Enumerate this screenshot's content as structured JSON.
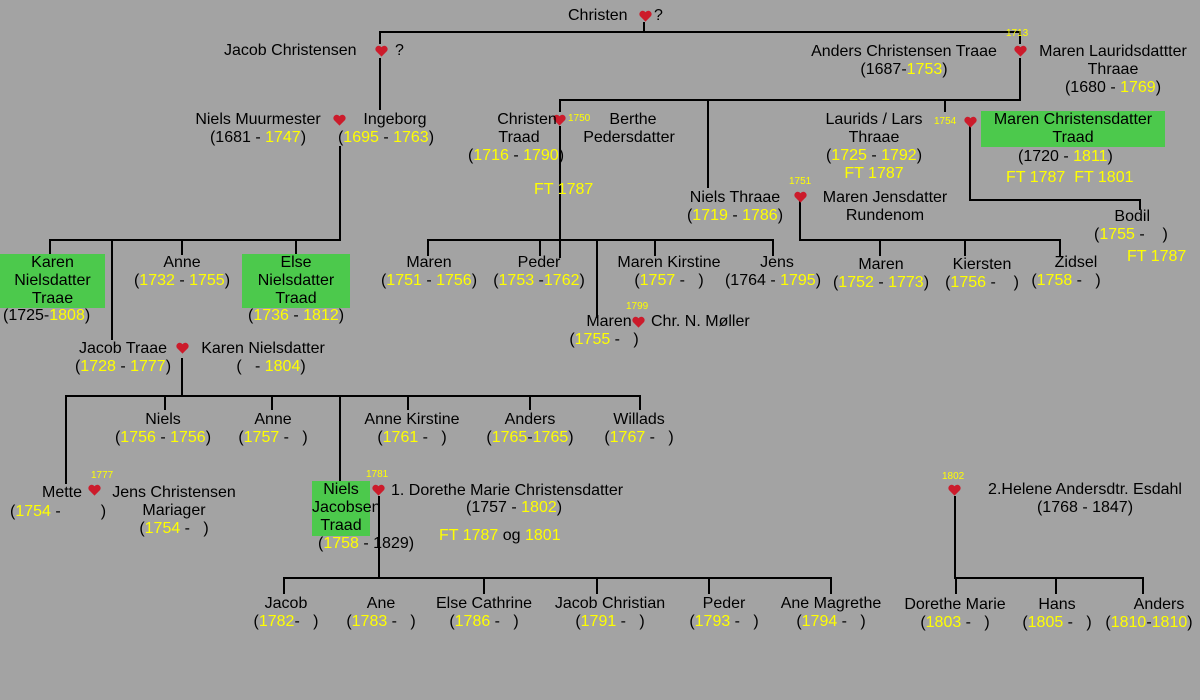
{
  "people": {
    "christen": {
      "name": "Christen",
      "spouse": "?"
    },
    "jacob_c": {
      "name": "Jacob Christensen",
      "spouse": "?"
    },
    "anders_ct": {
      "name": "Anders Christensen Traae",
      "birth": "1687",
      "death": "1753"
    },
    "maren_l": {
      "name": "Maren Lauridsdattter",
      "name2": "Thraae",
      "birth": "1680",
      "death": "1769"
    },
    "niels_m": {
      "name": "Niels Muurmester",
      "birth": "1681",
      "death": "1747"
    },
    "ingeborg": {
      "name": "Ingeborg",
      "birth": "1695",
      "death": "1763"
    },
    "christen_t": {
      "name": "Christen",
      "name2": "Traad",
      "birth": "1716",
      "death": "1790",
      "note": "FT 1787"
    },
    "berthe": {
      "name": "Berthe",
      "name2": "Pedersdatter"
    },
    "laurids": {
      "name": "Laurids / Lars",
      "name2": "Thraae",
      "birth": "1725",
      "death": "1792",
      "note": "FT 1787"
    },
    "maren_ct": {
      "name": "Maren Christensdatter",
      "name2": "Traad",
      "birth": "1720",
      "death": "1811",
      "note": "FT 1787",
      "note2": "FT 1801"
    },
    "niels_th": {
      "name": "Niels Thraae",
      "birth": "1719",
      "death": "1786"
    },
    "maren_jr": {
      "name": "Maren Jensdatter",
      "name2": "Rundenom"
    },
    "bodil": {
      "name": "Bodil",
      "birth": "1755",
      "note": "FT 1787"
    },
    "karen_nt": {
      "name": "Karen",
      "name2": "Nielsdatter",
      "name3": "Traae",
      "birth": "1725",
      "death": "1808"
    },
    "anne_a": {
      "name": "Anne",
      "birth": "1732",
      "death": "1755"
    },
    "else_nt": {
      "name": "Else",
      "name2": "Nielsdatter",
      "name3": "Traad",
      "birth": "1736",
      "death": "1812"
    },
    "maren_a": {
      "name": "Maren",
      "birth": "1751",
      "death": "1756"
    },
    "peder_a": {
      "name": "Peder",
      "birth": "1753",
      "death": "1762"
    },
    "maren_k": {
      "name": "Maren Kirstine",
      "birth": "1757"
    },
    "jens_a": {
      "name": "Jens",
      "birth": "1764",
      "death": "1795"
    },
    "maren_b": {
      "name": "Maren",
      "birth": "1752",
      "death": "1773"
    },
    "kiersten": {
      "name": "Kiersten",
      "birth": "1756"
    },
    "zidsel": {
      "name": "Zidsel",
      "birth": "1758"
    },
    "maren_c": {
      "name": "Maren",
      "birth": "1755"
    },
    "chr_moller": {
      "name": "Chr. N. Møller"
    },
    "jacob_t": {
      "name": "Jacob Traae",
      "birth": "1728",
      "death": "1777"
    },
    "karen_n": {
      "name": "Karen Nielsdatter",
      "death": "1804"
    },
    "niels_b": {
      "name": "Niels",
      "birth": "1756",
      "death": "1756"
    },
    "anne_b": {
      "name": "Anne",
      "birth": "1757"
    },
    "anne_k": {
      "name": "Anne Kirstine",
      "birth": "1761"
    },
    "anders_b": {
      "name": "Anders",
      "birth": "1765",
      "death": "1765"
    },
    "willads": {
      "name": "Willads",
      "birth": "1767"
    },
    "mette": {
      "name": "Mette",
      "birth": "1754"
    },
    "jens_cm": {
      "name": "Jens Christensen",
      "name2": "Mariager",
      "birth": "1754"
    },
    "niels_jt": {
      "name": "Niels",
      "name2": "Jacobsen",
      "name3": "Traad",
      "birth": "1758",
      "death": "1829"
    },
    "dorethe_mc": {
      "name": "1. Dorethe Marie Christensdatter",
      "birth": "1757",
      "death": "1802",
      "note": "FT 1787",
      "note_joiner": "og",
      "note2": "1801"
    },
    "helene": {
      "name": "2.Helene Andersdtr. Esdahl",
      "birth": "1768",
      "death": "1847"
    },
    "jacob_c2": {
      "name": "Jacob",
      "birth": "1782"
    },
    "ane": {
      "name": "Ane",
      "birth": "1783"
    },
    "else_c": {
      "name": "Else Cathrine",
      "birth": "1786"
    },
    "jacob_ch": {
      "name": "Jacob Christian",
      "birth": "1791"
    },
    "peder_b": {
      "name": "Peder",
      "birth": "1793"
    },
    "ane_m": {
      "name": "Ane Magrethe",
      "birth": "1794"
    },
    "dorethe_m": {
      "name": "Dorethe Marie",
      "birth": "1803"
    },
    "hans": {
      "name": "Hans",
      "birth": "1805"
    },
    "anders_c": {
      "name": "Anders",
      "birth": "1810",
      "death": "1810"
    }
  },
  "marriage_years": {
    "christen_berthe": "1750",
    "laurids_maren": "1754",
    "niels_maren": "1751",
    "maren_chr": "1799",
    "anders_maren": "1713",
    "mette_jens": "1777",
    "niels_dorethe": "1781",
    "niels_helene": "1802"
  },
  "colors": {
    "background": "#a3a3a3",
    "year": "#ffff00",
    "highlight": "#4cc94c",
    "heart": "#cc1b2b",
    "line": "#000000"
  }
}
